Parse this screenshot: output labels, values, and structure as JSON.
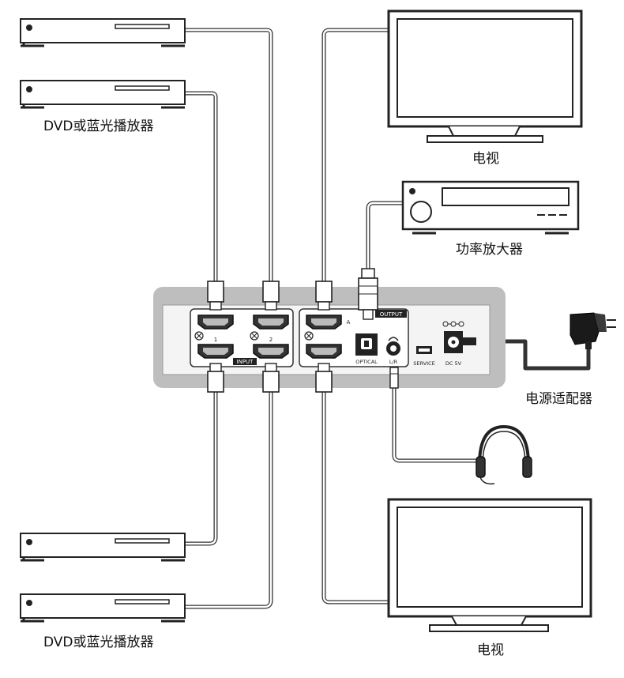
{
  "labels": {
    "dvd_top": "DVD或蓝光播放器",
    "dvd_bottom": "DVD或蓝光播放器",
    "tv_top": "电视",
    "tv_bottom": "电视",
    "amplifier": "功率放大器",
    "power_adapter": "电源适配器"
  },
  "panel": {
    "input_label": "INPUT",
    "output_label": "OUTPUT",
    "port_1": "1",
    "port_2": "2",
    "port_a": "A",
    "optical": "OPTICAL",
    "lr": "L/R",
    "service": "SERVICE",
    "dc": "DC 5V"
  }
}
